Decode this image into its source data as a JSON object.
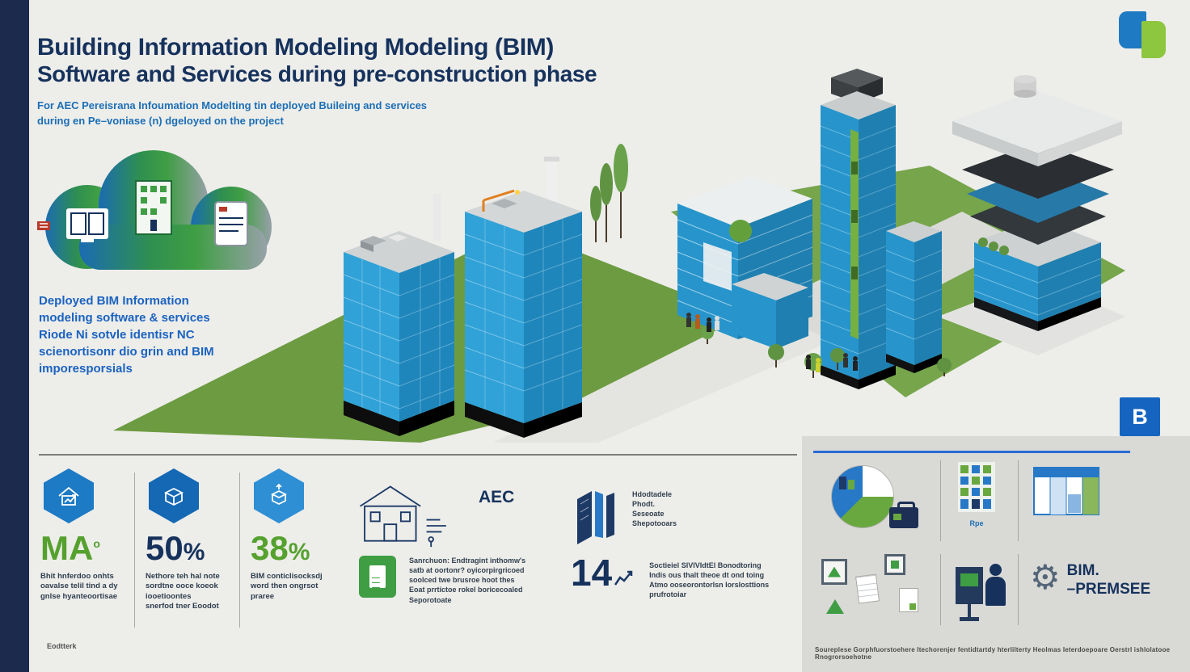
{
  "header": {
    "title_line1": "Building Information Modeling Modeling (BIM)",
    "title_line2": "Software and Services during pre-construction phase",
    "subtitle_line1": "For AEC Pereisrana Infoumation Modelting tin deployed Buileing and services",
    "subtitle_line2": "during en Pe–voniase (n) dgeloyed on the project"
  },
  "cloud_caption": "Deployed BIM Information\nmodeling software & services\nRiode Ni sotvle identisr NC\nscienortisonr dio grin and BIM\nimporesporsials",
  "b_badge": "B",
  "stats": {
    "stat1": {
      "value": "MA",
      "suffix": "o",
      "caption": "Bhit hnferdoo onhts\noavalse telil tind a dy\ngnlse hyanteoortisae"
    },
    "stat2": {
      "value": "50",
      "suffix": "%",
      "caption": "Nethore teh hal note\nsordtne ooce koeok\niooetioontes\nsnerfod tner Eoodot"
    },
    "stat3": {
      "value": "38",
      "suffix": "%",
      "caption": "BIM conticlisocksdj\nword then ongrsot\npraree"
    },
    "aec": {
      "label": "AEC",
      "caption": "Sanrchuon: Endtragint inthomw's\nsatb at oortonr? oyicorpirgricoed\nsoolced twe brusroe hoot thes\nEoat prrtictoe rokel boricecoaled\nSeporotoate"
    },
    "books": {
      "caption": "Hdodtadele\nPhodt.\nSeseoate\nShepotooars"
    },
    "stat14": {
      "value": "14",
      "caption": "Soctieiel SIVIVIdtEl Bonodtoring\nIndis ous thalt theoe dt ond toing\nAtmo ooseorontorlsn lorslosttions\nprufrotoiar"
    }
  },
  "right_panel": {
    "building_label": "Rpe",
    "bim_line1": "BIM.",
    "bim_line2": "–PREMSEE",
    "footer": "Soureplese Gorphfuorstoehere Itechorenjer fentidtartdy hterlilterty Heolmas Ieterdoepoare Oerstrl ishlolatooe Rnogrorsoehotne"
  },
  "icons": {
    "gear_glyph": "⚙"
  },
  "footer_left": "Eodtterk",
  "colors": {
    "navy": "#16325c",
    "blue_text": "#1c6fb5",
    "green": "#55a12e",
    "accent_blue": "#1565c0",
    "panel_gray": "#d9d9d6"
  }
}
